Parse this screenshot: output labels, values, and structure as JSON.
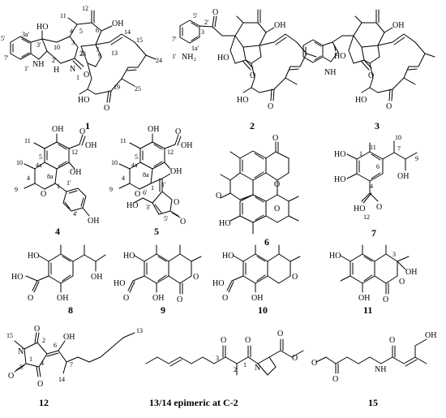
{
  "compounds": [
    {
      "id": "1"
    },
    {
      "id": "2"
    },
    {
      "id": "3"
    },
    {
      "id": "4"
    },
    {
      "id": "5"
    },
    {
      "id": "6"
    },
    {
      "id": "7"
    },
    {
      "id": "8"
    },
    {
      "id": "9"
    },
    {
      "id": "10"
    },
    {
      "id": "11"
    },
    {
      "id": "12"
    },
    {
      "id": "13/14 epimeric at C-2"
    },
    {
      "id": "15"
    }
  ],
  "atoms": {
    "OH": "OH",
    "HO": "HO",
    "O": "O",
    "NH": "NH",
    "NH2": "NH₂",
    "N": "N",
    "H": "H",
    "OMe_N": "N"
  },
  "c1": {
    "n11": "11",
    "n12": "12",
    "n5": "5",
    "n7": "7",
    "n6": "6",
    "n13": "13",
    "n14": "14",
    "n15": "15",
    "n24": "24",
    "n23": "23",
    "n9": "9",
    "n4": "4",
    "n10": "10",
    "n3": "3",
    "n2": "2",
    "n1": "1",
    "n3p": "3'",
    "n3ap": "3a'",
    "n5p": "5'",
    "n7p": "7'",
    "n1p": "1'",
    "n2p": "2'",
    "n19": "19",
    "n25": "25"
  },
  "c2": {
    "n5p": "5'",
    "n3": "3",
    "n2p": "2'",
    "n7p": "7'",
    "n1ap": "1a'",
    "n1p": "1'"
  },
  "c4": {
    "n11": "11",
    "n5": "5",
    "n12": "12",
    "n10": "10",
    "n4a": "4a",
    "n4": "4",
    "n8a": "8a",
    "n9": "9",
    "n1": "1",
    "n1p": "1'",
    "n4p": "4'"
  },
  "c5": {
    "n11": "11",
    "n5": "5",
    "n12": "12",
    "n10": "10",
    "n4a": "4a",
    "n4": "4",
    "n8a": "8a",
    "n9": "9",
    "n1": "1",
    "n1p": "1'",
    "n6p": "6'",
    "n3p": "3'",
    "n5p": "5'"
  },
  "c7": {
    "n11": "11",
    "n10": "10",
    "n1": "1",
    "n6": "6",
    "n7": "7",
    "n9": "9",
    "n4": "4",
    "n12": "12"
  },
  "c11": {
    "n3": "3"
  },
  "c12": {
    "n15": "15",
    "n1": "1",
    "n2": "2",
    "n6": "6",
    "n13": "13",
    "n5": "5",
    "n4": "4",
    "n7": "7",
    "n14": "14"
  },
  "c13": {
    "n3": "3",
    "n2": "2",
    "n1": "1"
  }
}
